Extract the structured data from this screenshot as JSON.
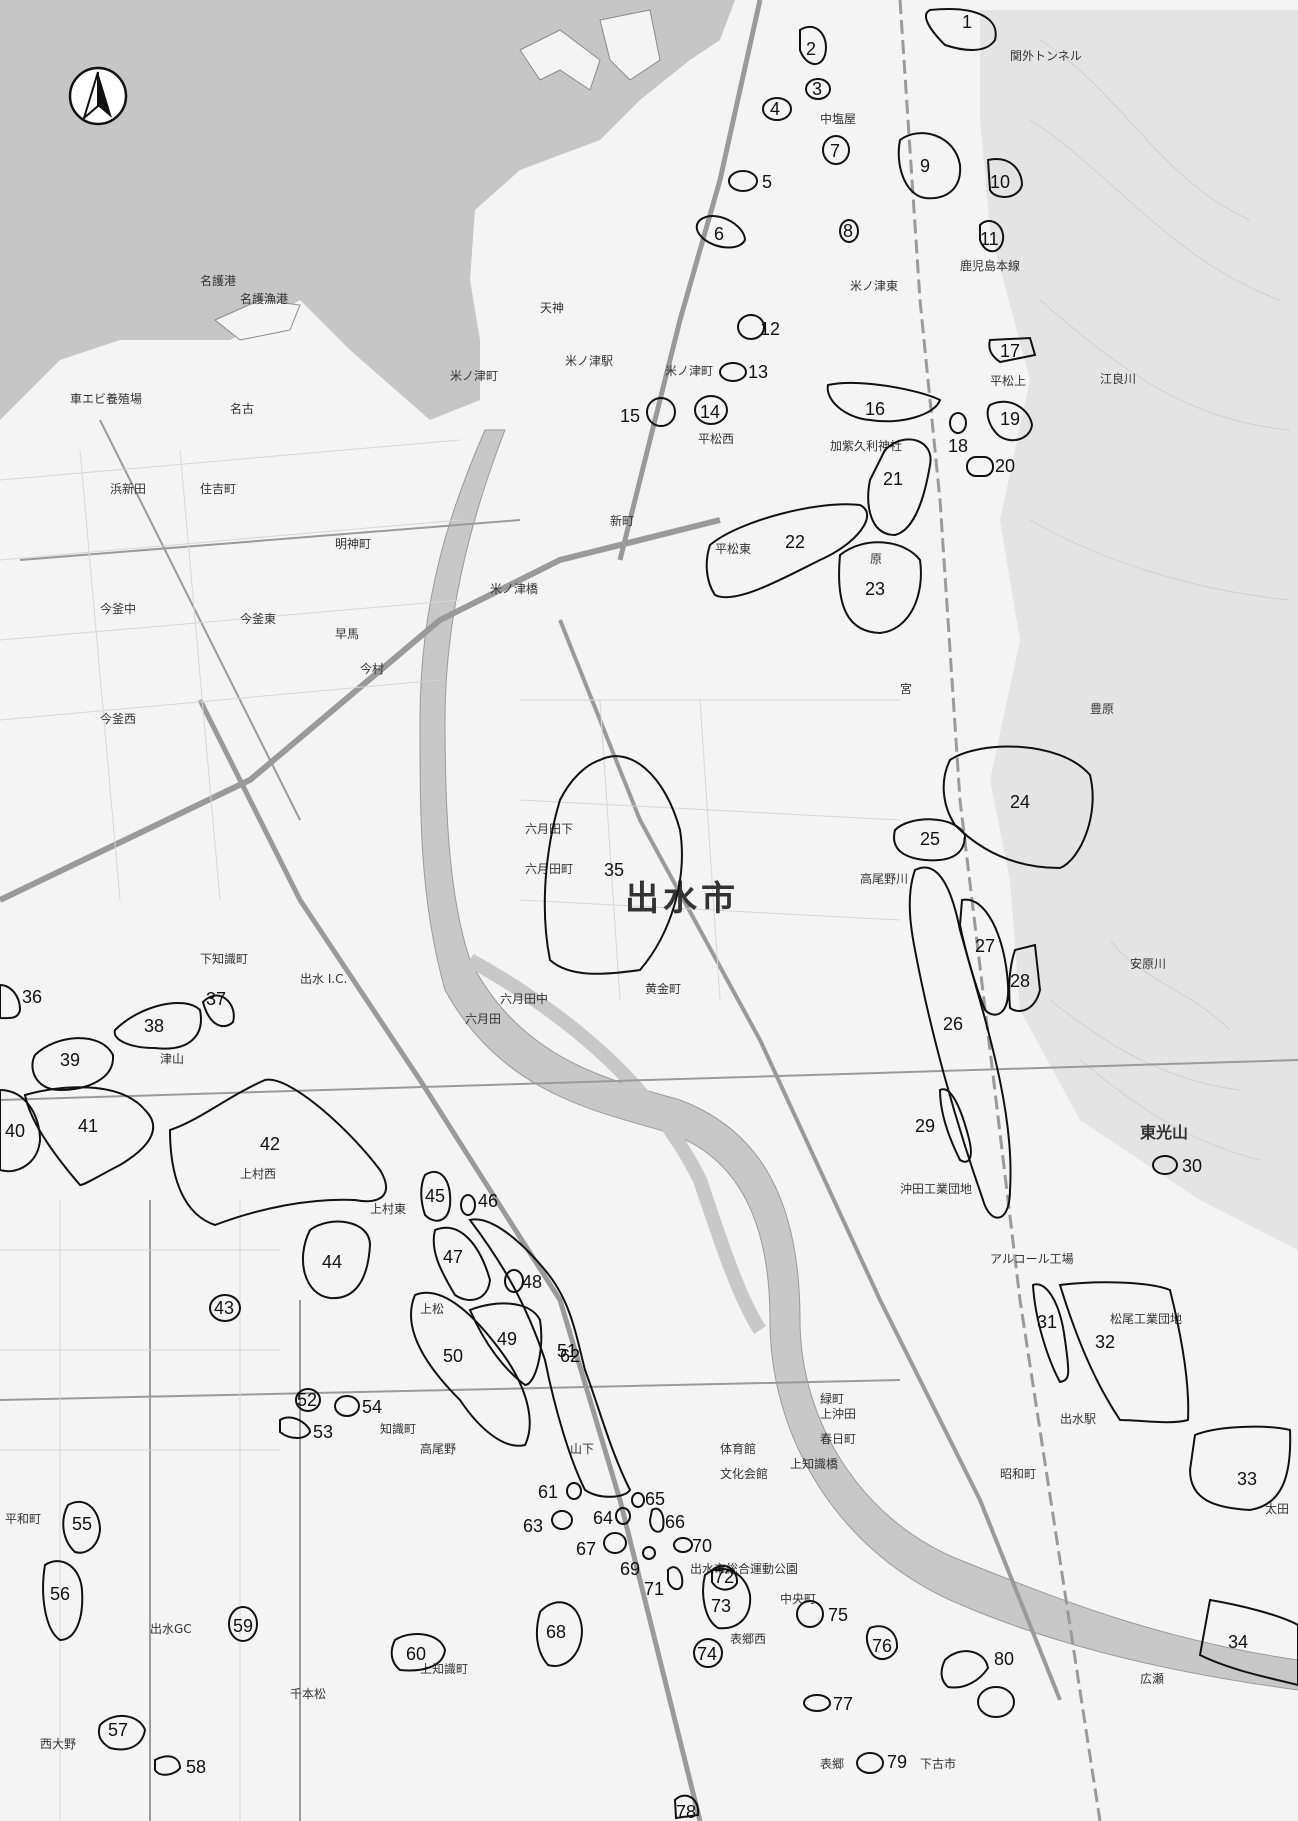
{
  "colors": {
    "sea": "#c6c6c6",
    "land": "#f4f4f4",
    "river": "#c8c8c8",
    "road": "#9a9a9a",
    "outline": "#111111",
    "hill": "#e4e4e4"
  },
  "icons": {
    "north_arrow": "north-arrow-icon"
  },
  "labels": {
    "city": "出水市",
    "mountain": "東光山",
    "places": [
      "名護港",
      "名護漁港",
      "車エビ養殖場",
      "名古",
      "浜新田",
      "住吉町",
      "明神町",
      "米ノ津町",
      "天神",
      "米ノ津駅",
      "米ノ津町",
      "平松西",
      "平松上",
      "江良川",
      "加紫久利神社",
      "中塩屋",
      "米ノ津東",
      "平松東",
      "新町",
      "今釜中",
      "今釜東",
      "今釜西",
      "今村",
      "早馬",
      "米ノ津橋",
      "六月田下",
      "六月田町",
      "六月田中",
      "黄金町",
      "出水 I.C.",
      "下知識町",
      "津山",
      "上村西",
      "上村東",
      "高尾野川",
      "沖田工業団地",
      "松尾工業団地",
      "アルコール工場",
      "出水駅",
      "昭和町",
      "上沖田",
      "春日町",
      "上知識橋",
      "出水市総合運動公園",
      "中央町",
      "緑町",
      "表郷西",
      "上知識町",
      "知識町",
      "山下",
      "文化会館",
      "体育館",
      "出水GC",
      "西大野",
      "千本松",
      "広瀬",
      "太田",
      "下古市",
      "表郷",
      "六月田",
      "安原川",
      "関外トンネル",
      "鹿児島本線",
      "豊原",
      "原",
      "上松",
      "宮",
      "平和町",
      "高尾野"
    ]
  },
  "sites": [
    {
      "id": "1",
      "label": "1"
    },
    {
      "id": "2",
      "label": "2"
    },
    {
      "id": "3",
      "label": "3"
    },
    {
      "id": "4",
      "label": "4"
    },
    {
      "id": "5",
      "label": "5"
    },
    {
      "id": "6",
      "label": "6"
    },
    {
      "id": "7",
      "label": "7"
    },
    {
      "id": "8",
      "label": "8"
    },
    {
      "id": "9",
      "label": "9"
    },
    {
      "id": "10",
      "label": "10"
    },
    {
      "id": "11",
      "label": "11"
    },
    {
      "id": "12",
      "label": "12"
    },
    {
      "id": "13",
      "label": "13"
    },
    {
      "id": "14",
      "label": "14"
    },
    {
      "id": "15",
      "label": "15"
    },
    {
      "id": "16",
      "label": "16"
    },
    {
      "id": "17",
      "label": "17"
    },
    {
      "id": "18",
      "label": "18"
    },
    {
      "id": "19",
      "label": "19"
    },
    {
      "id": "20",
      "label": "20"
    },
    {
      "id": "21",
      "label": "21"
    },
    {
      "id": "22",
      "label": "22"
    },
    {
      "id": "23",
      "label": "23"
    },
    {
      "id": "24",
      "label": "24"
    },
    {
      "id": "25",
      "label": "25"
    },
    {
      "id": "26",
      "label": "26"
    },
    {
      "id": "27",
      "label": "27"
    },
    {
      "id": "28",
      "label": "28"
    },
    {
      "id": "29",
      "label": "29"
    },
    {
      "id": "30",
      "label": "30"
    },
    {
      "id": "31",
      "label": "31"
    },
    {
      "id": "32",
      "label": "32"
    },
    {
      "id": "33",
      "label": "33"
    },
    {
      "id": "34",
      "label": "34"
    },
    {
      "id": "35",
      "label": "35"
    },
    {
      "id": "36",
      "label": "36"
    },
    {
      "id": "37",
      "label": "37"
    },
    {
      "id": "38",
      "label": "38"
    },
    {
      "id": "39",
      "label": "39"
    },
    {
      "id": "40",
      "label": "40"
    },
    {
      "id": "41",
      "label": "41"
    },
    {
      "id": "42",
      "label": "42"
    },
    {
      "id": "43",
      "label": "43"
    },
    {
      "id": "44",
      "label": "44"
    },
    {
      "id": "45",
      "label": "45"
    },
    {
      "id": "46",
      "label": "46"
    },
    {
      "id": "47",
      "label": "47"
    },
    {
      "id": "48",
      "label": "48"
    },
    {
      "id": "49",
      "label": "49"
    },
    {
      "id": "50",
      "label": "50"
    },
    {
      "id": "51",
      "label": "51"
    },
    {
      "id": "52",
      "label": "52"
    },
    {
      "id": "53",
      "label": "53"
    },
    {
      "id": "54",
      "label": "54"
    },
    {
      "id": "55",
      "label": "55"
    },
    {
      "id": "56",
      "label": "56"
    },
    {
      "id": "57",
      "label": "57"
    },
    {
      "id": "58",
      "label": "58"
    },
    {
      "id": "59",
      "label": "59"
    },
    {
      "id": "60",
      "label": "60"
    },
    {
      "id": "61",
      "label": "61"
    },
    {
      "id": "62",
      "label": "62"
    },
    {
      "id": "63",
      "label": "63"
    },
    {
      "id": "64",
      "label": "64"
    },
    {
      "id": "65",
      "label": "65"
    },
    {
      "id": "66",
      "label": "66"
    },
    {
      "id": "67",
      "label": "67"
    },
    {
      "id": "68",
      "label": "68"
    },
    {
      "id": "69",
      "label": "69"
    },
    {
      "id": "70",
      "label": "70"
    },
    {
      "id": "71",
      "label": "71"
    },
    {
      "id": "72",
      "label": "72"
    },
    {
      "id": "73",
      "label": "73"
    },
    {
      "id": "74",
      "label": "74"
    },
    {
      "id": "75",
      "label": "75"
    },
    {
      "id": "76",
      "label": "76"
    },
    {
      "id": "77",
      "label": "77"
    },
    {
      "id": "78",
      "label": "78"
    },
    {
      "id": "79",
      "label": "79"
    },
    {
      "id": "80",
      "label": "80"
    }
  ]
}
